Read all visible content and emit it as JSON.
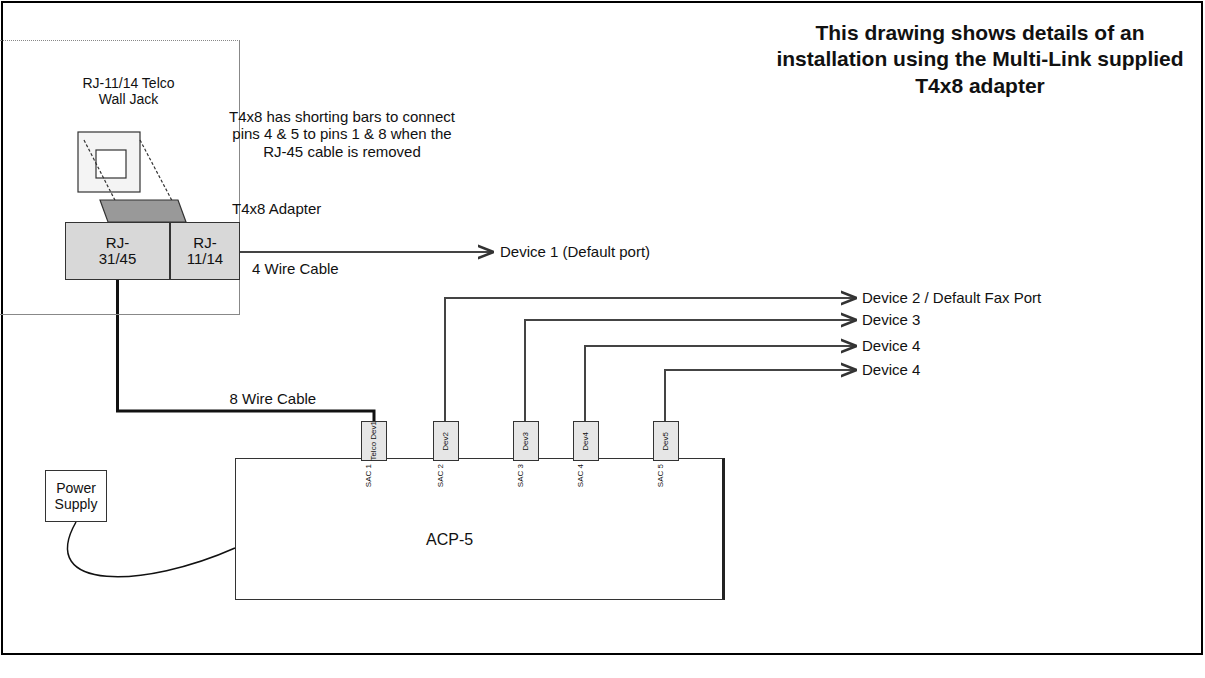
{
  "diagram": {
    "title": "This drawing shows details of an installation using the Multi-Link supplied T4x8 adapter",
    "nodes": [
      {
        "text": [
          "RJ-11/14 Telco Wall Jack"
        ]
      },
      {
        "text": [
          "RJ-31/45"
        ]
      },
      {
        "text": [
          "RJ-11/14"
        ]
      },
      {
        "text": [
          "Power Supply"
        ]
      },
      {
        "text": [
          "ACP-5"
        ]
      },
      {
        "text": [
          "Telco Dev1"
        ],
        "in": 4
      },
      {
        "text": [
          "Dev2"
        ],
        "in": 4
      },
      {
        "text": [
          "Dev3"
        ],
        "in": 4
      },
      {
        "text": [
          "Dev4"
        ],
        "in": 4
      },
      {
        "text": [
          "Dev5"
        ],
        "in": 4
      }
    ],
    "edges": [
      {
        "from": 1,
        "to": 5,
        "label": "8 Wire Cable",
        "arrow": "none"
      },
      {
        "from": 3,
        "to": 4,
        "arrow": "none"
      }
    ],
    "labels": [
      "T4x8 has shorting bars to connect pins 4 & 5 to pins 1 & 8 when the RJ-45 cable is removed",
      "T4x8 Adapter",
      "4 Wire Cable",
      "Device 1 (Default port)",
      "Device 2 / Default Fax Port",
      "Device 3",
      "Device 4",
      "Device 4",
      "SAC 1",
      "SAC 2",
      "SAC 3",
      "SAC 4",
      "SAC 5"
    ]
  }
}
